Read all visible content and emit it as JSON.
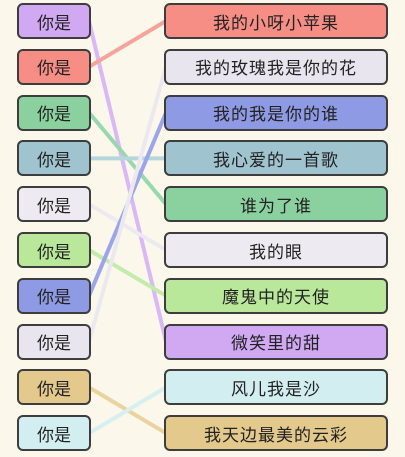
{
  "left_items": [
    {
      "label": "你是",
      "color": "#d1a9f3"
    },
    {
      "label": "你是",
      "color": "#f78e86"
    },
    {
      "label": "你是",
      "color": "#8bd19f"
    },
    {
      "label": "你是",
      "color": "#9fc4cf"
    },
    {
      "label": "你是",
      "color": "#edeaf2"
    },
    {
      "label": "你是",
      "color": "#b9e89a"
    },
    {
      "label": "你是",
      "color": "#8f9ae4"
    },
    {
      "label": "你是",
      "color": "#e8e5ee"
    },
    {
      "label": "你是",
      "color": "#e3c98c"
    },
    {
      "label": "你是",
      "color": "#d3eef0"
    }
  ],
  "right_items": [
    {
      "label": "我的小呀小苹果",
      "color": "#f78e86"
    },
    {
      "label": "我的玫瑰我是你的花",
      "color": "#e8e5ee"
    },
    {
      "label": "我的我是你的谁",
      "color": "#8f9ae4"
    },
    {
      "label": "我心爱的一首歌",
      "color": "#9fc4cf"
    },
    {
      "label": "谁为了谁",
      "color": "#8bd19f"
    },
    {
      "label": "我的眼",
      "color": "#edeaf2"
    },
    {
      "label": "魔鬼中的天使",
      "color": "#b9e89a"
    },
    {
      "label": "微笑里的甜",
      "color": "#d1a9f3"
    },
    {
      "label": "风儿我是沙",
      "color": "#d3eef0"
    },
    {
      "label": "我天边最美的云彩",
      "color": "#e3c98c"
    }
  ],
  "connections": [
    {
      "from": 0,
      "to": 7,
      "color": "#d9b8f5"
    },
    {
      "from": 1,
      "to": 0,
      "color": "#f6a49b"
    },
    {
      "from": 2,
      "to": 4,
      "color": "#98d8ae"
    },
    {
      "from": 3,
      "to": 3,
      "color": "#b6d6dc"
    },
    {
      "from": 4,
      "to": 5,
      "color": "#ece9f1"
    },
    {
      "from": 5,
      "to": 6,
      "color": "#c3ebab"
    },
    {
      "from": 6,
      "to": 2,
      "color": "#9aa5ea"
    },
    {
      "from": 7,
      "to": 1,
      "color": "#ebe8f0"
    },
    {
      "from": 8,
      "to": 9,
      "color": "#ead3a0"
    },
    {
      "from": 9,
      "to": 8,
      "color": "#d6eff1"
    }
  ]
}
